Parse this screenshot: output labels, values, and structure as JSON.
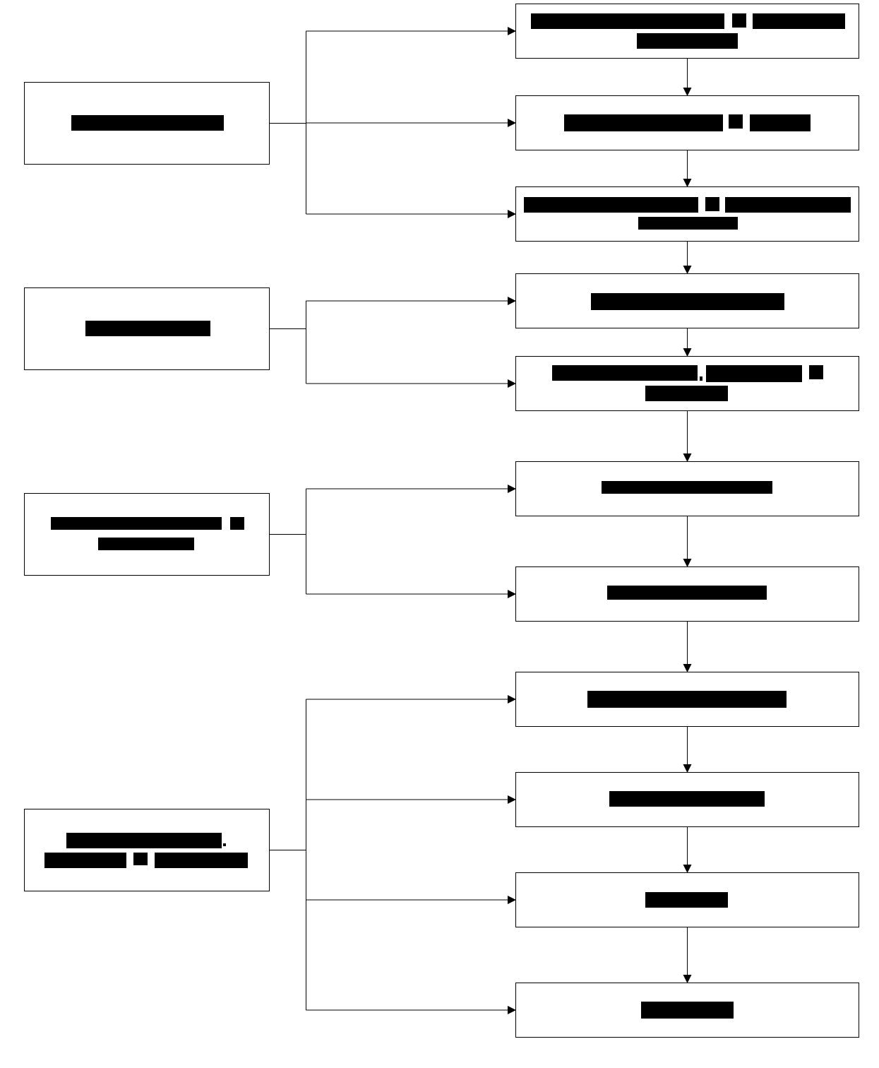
{
  "diagram": {
    "description_note": "",
    "colors": {
      "box_fill": "#ffffff",
      "box_stroke": "#000000",
      "redaction": "#000000",
      "connector": "#000000"
    },
    "left_nodes": [
      {
        "id": "L1",
        "label": "",
        "redacted": true,
        "targets": [
          "R1",
          "R2",
          "R3"
        ]
      },
      {
        "id": "L2",
        "label": "",
        "redacted": true,
        "targets": [
          "R4",
          "R5"
        ]
      },
      {
        "id": "L3",
        "label": "",
        "redacted": true,
        "targets": [
          "R6",
          "R7"
        ]
      },
      {
        "id": "L4",
        "label": "",
        "redacted": true,
        "targets": [
          "R8",
          "R9",
          "R10",
          "R11"
        ]
      }
    ],
    "right_nodes": [
      {
        "id": "R1",
        "label": "",
        "redacted": true
      },
      {
        "id": "R2",
        "label": "",
        "redacted": true
      },
      {
        "id": "R3",
        "label": "",
        "redacted": true
      },
      {
        "id": "R4",
        "label": "",
        "redacted": true
      },
      {
        "id": "R5",
        "label": "",
        "redacted": true
      },
      {
        "id": "R6",
        "label": "",
        "redacted": true
      },
      {
        "id": "R7",
        "label": "",
        "redacted": true
      },
      {
        "id": "R8",
        "label": "",
        "redacted": true
      },
      {
        "id": "R9",
        "label": "",
        "redacted": true
      },
      {
        "id": "R10",
        "label": "",
        "redacted": true
      },
      {
        "id": "R11",
        "label": "",
        "redacted": true
      }
    ],
    "sequence": [
      "R1",
      "R2",
      "R3",
      "R4",
      "R5",
      "R6",
      "R7",
      "R8",
      "R9",
      "R10",
      "R11"
    ]
  }
}
